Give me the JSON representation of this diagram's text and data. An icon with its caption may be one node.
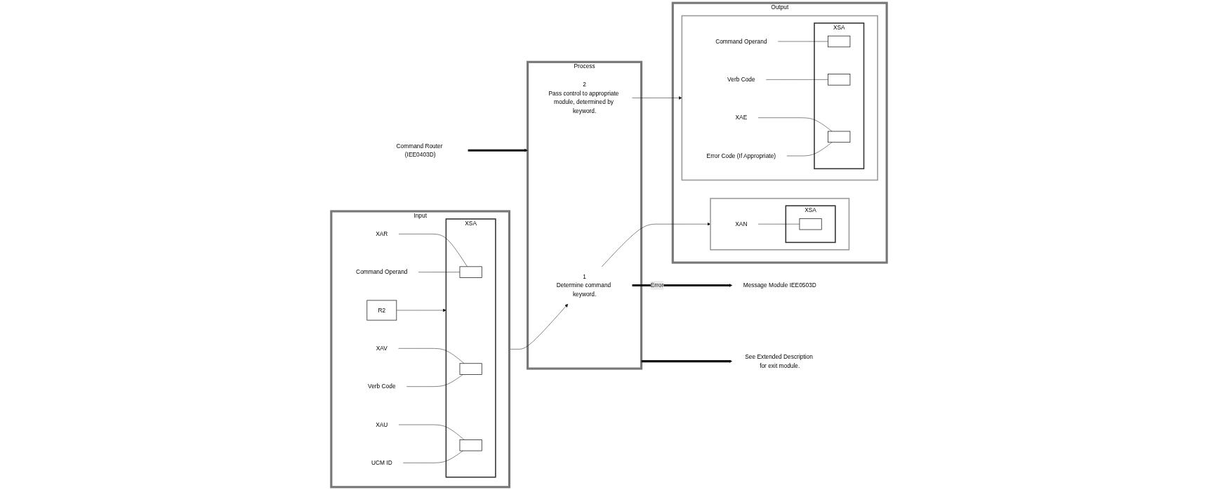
{
  "diagram": {
    "nodes": [
      {
        "text": [
          "Input"
        ]
      },
      {
        "text": [
          "R2"
        ],
        "in": 0
      },
      {
        "text": [
          "XSA"
        ],
        "in": 0
      },
      {
        "text": [],
        "shape": "box",
        "in": 2
      },
      {
        "text": [],
        "shape": "box",
        "in": 2
      },
      {
        "text": [],
        "shape": "box",
        "in": 2
      },
      {
        "text": [
          "XAR"
        ],
        "in": 0
      },
      {
        "text": [
          "XAV"
        ],
        "in": 0
      },
      {
        "text": [
          "XAU"
        ],
        "in": 0
      },
      {
        "text": [
          "Command Operand"
        ],
        "in": 0
      },
      {
        "text": [
          "Verb Code"
        ],
        "in": 0
      },
      {
        "text": [
          "UCM ID"
        ],
        "in": 0
      },
      {
        "text": [
          "Command Router (IEE0403D)"
        ]
      },
      {
        "text": [
          "Process"
        ]
      },
      {
        "text": [
          "1",
          "Determine command keyword."
        ],
        "in": 13
      },
      {
        "text": [
          "Message Module IEE0503D"
        ]
      },
      {
        "text": [
          "2",
          "Pass control to appropriate module, determined by keyword."
        ],
        "in": 13
      },
      {
        "text": [
          "See Extended Description for exit module."
        ]
      },
      {
        "text": [
          "Output"
        ]
      },
      {
        "text": [],
        "shape": "box",
        "in": 18
      },
      {
        "text": [
          "XSA"
        ],
        "in": 19
      },
      {
        "text": [],
        "shape": "box",
        "in": 20
      },
      {
        "text": [
          "XAN"
        ],
        "in": 19
      },
      {
        "text": [],
        "shape": "box",
        "in": 18
      },
      {
        "text": [
          "XSA"
        ],
        "in": 23
      },
      {
        "text": [],
        "shape": "box",
        "in": 24
      },
      {
        "text": [],
        "shape": "box",
        "in": 24
      },
      {
        "text": [],
        "shape": "box",
        "in": 24
      },
      {
        "text": [
          "Command Operand"
        ],
        "in": 23
      },
      {
        "text": [
          "Verb Code"
        ],
        "in": 23
      },
      {
        "text": [
          "XAE"
        ],
        "in": 23
      },
      {
        "text": [
          "Error Code (If Appropriate)"
        ],
        "in": 23
      }
    ],
    "edges": [
      {
        "from": 1,
        "to": 2,
        "arrow": "to"
      },
      {
        "from": 6,
        "to": 3,
        "arrow": "none"
      },
      {
        "from": 7,
        "to": 4,
        "arrow": "none"
      },
      {
        "from": 8,
        "to": 5,
        "arrow": "none"
      },
      {
        "from": 9,
        "to": 3,
        "arrow": "none"
      },
      {
        "from": 10,
        "to": 4,
        "arrow": "none"
      },
      {
        "from": 11,
        "to": 5,
        "arrow": "none"
      },
      {
        "from": 12,
        "to": 13,
        "arrow": "to",
        "style": "thick"
      },
      {
        "from": 0,
        "to": 14,
        "arrow": "to"
      },
      {
        "from": 14,
        "to": 19,
        "arrow": "to"
      },
      {
        "from": 14,
        "to": 15,
        "arrow": "to",
        "label": "Error",
        "style": "thick"
      },
      {
        "from": 16,
        "to": 23,
        "arrow": "to"
      },
      {
        "from": 13,
        "to": 17,
        "arrow": "to",
        "style": "thick"
      },
      {
        "from": 22,
        "to": 21,
        "arrow": "none"
      },
      {
        "from": 28,
        "to": 25,
        "arrow": "none"
      },
      {
        "from": 29,
        "to": 26,
        "arrow": "none"
      },
      {
        "from": 30,
        "to": 27,
        "arrow": "none"
      },
      {
        "from": 31,
        "to": 27,
        "arrow": "none"
      }
    ]
  }
}
